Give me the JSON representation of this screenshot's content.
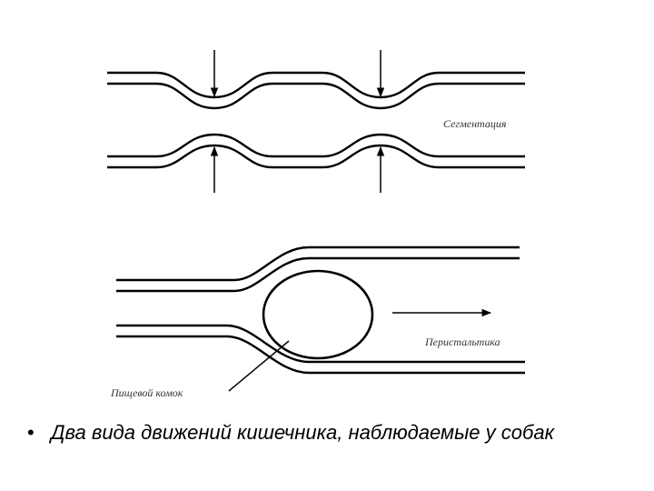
{
  "labels": {
    "segmentation": "Сегментация",
    "peristalsis": "Перистальтика",
    "food_bolus": "Пищевой комок"
  },
  "caption": {
    "bullet": "•",
    "text": "Два вида движений кишечника, наблюдаемые у собак"
  },
  "colors": {
    "stroke": "#000000",
    "label": "#333333"
  }
}
